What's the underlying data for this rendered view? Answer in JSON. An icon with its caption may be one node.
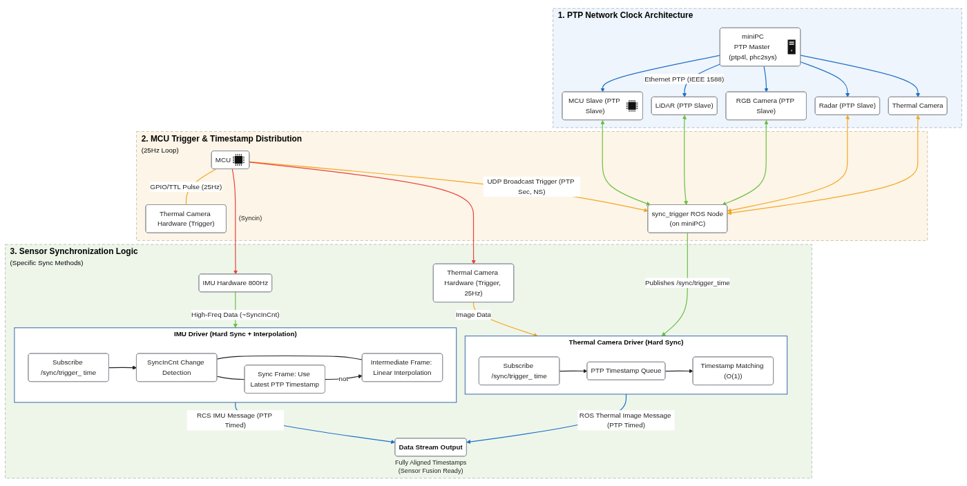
{
  "diagram": {
    "nodes": [
      {
        "text": [
          "1. PTP Network Clock Architecture"
        ]
      },
      {
        "text": [
          "miniPC",
          "PTP Master (ptp4l, phc2sys)"
        ],
        "in": 0
      },
      {
        "text": [
          "Thermal Camera"
        ],
        "in": 0
      },
      {
        "text": [
          "Radar (PTP Slave)"
        ],
        "in": 0
      },
      {
        "text": [
          "RGB Camera (PTP Slave)"
        ],
        "in": 0
      },
      {
        "text": [
          "LiDAR (PTP Slave)"
        ],
        "in": 0
      },
      {
        "text": [
          "MCU Slave (PTP Slave)"
        ],
        "in": 0
      },
      {
        "text": [
          "2. MCU Trigger & Timestamp Distribution",
          "(25Hz Loop)"
        ]
      },
      {
        "text": [
          "MCU"
        ],
        "in": 7
      },
      {
        "text": [
          "Thermal Camera Hardware (Trigger)"
        ],
        "in": 7,
        "beside": [
          "(Syncin)"
        ]
      },
      {
        "text": [
          "sync_trigger ROS Node",
          "(on miniPC)"
        ],
        "in": 7
      },
      {
        "text": [
          "3. Sensor Synchronization Logic",
          "(Specific Sync Methods)"
        ]
      },
      {
        "text": [
          "Thermal Camera Hardware (Trigger, 25Hz)"
        ],
        "in": 11
      },
      {
        "text": [
          "Thermal Camera Driver (Hard Sync)"
        ],
        "in": 11
      },
      {
        "text": [
          "Subscribe /sync/trigger_ time"
        ],
        "in": 13
      },
      {
        "text": [
          "PTP Timestamp Queue"
        ],
        "in": 13
      },
      {
        "text": [
          "Timestamp Matching (O(1))"
        ],
        "in": 13
      },
      {
        "text": [
          "IMU Hardware 800Hz"
        ],
        "in": 11
      },
      {
        "text": [
          "IMU Driver (Hard Sync + Interpolation)"
        ],
        "in": 11
      },
      {
        "text": [
          "Subscribe /sync/trigger_ time"
        ],
        "in": 18
      },
      {
        "text": [
          "SyncInCnt Change Detection"
        ],
        "in": 18
      },
      {
        "text": [
          "Sync Frame: Use Latest PTP Timestamp"
        ],
        "in": 18
      },
      {
        "text": [
          "Intermediate Frame: Linear Interpolation"
        ],
        "in": 18
      },
      {
        "text": [
          "Data Stream Output"
        ],
        "in": 11,
        "beside": [
          "Fully Aligned Timestamps (Sensor Fusion Ready)"
        ]
      }
    ],
    "edges": [
      {
        "from": 1,
        "to": 2,
        "arrow": "to"
      },
      {
        "from": 1,
        "to": 3,
        "arrow": "to"
      },
      {
        "from": 1,
        "to": 4,
        "arrow": "to"
      },
      {
        "from": 1,
        "to": 5,
        "arrow": "to",
        "label": "Ethernet PTP (IEEE 1588)"
      },
      {
        "from": 1,
        "to": 6,
        "arrow": "to"
      },
      {
        "from": 2,
        "to": 10,
        "arrow": "both",
        "color": "#f5a623"
      },
      {
        "from": 3,
        "to": 10,
        "arrow": "both",
        "color": "#f5a623"
      },
      {
        "from": 4,
        "to": 10,
        "arrow": "both",
        "color": "#6abf40"
      },
      {
        "from": 5,
        "to": 10,
        "arrow": "both",
        "color": "#6abf40"
      },
      {
        "from": 6,
        "to": 10,
        "arrow": "both",
        "color": "#6abf40"
      },
      {
        "from": 8,
        "to": 9,
        "arrow": "none",
        "label": "GPIO/TTL Pulse (25Hz)",
        "color": "#f5a623"
      },
      {
        "from": 8,
        "to": 10,
        "arrow": "to",
        "label": "UDP Broadcast Trigger (PTP Sec, NS)",
        "color": "#f5a623"
      },
      {
        "from": 8,
        "to": 12,
        "arrow": "to",
        "color": "#e8413c"
      },
      {
        "from": 8,
        "to": 17,
        "arrow": "to",
        "color": "#e8413c"
      },
      {
        "from": 10,
        "to": 13,
        "arrow": "to",
        "label": "Publishes /sync/trigger_time",
        "color": "#6abf40"
      },
      {
        "from": 12,
        "to": 13,
        "arrow": "to",
        "label": "Image Data",
        "color": "#f5a623"
      },
      {
        "from": 14,
        "to": 15,
        "arrow": "to",
        "color": "#222222"
      },
      {
        "from": 15,
        "to": 16,
        "arrow": "to",
        "color": "#222222"
      },
      {
        "from": 17,
        "to": 18,
        "arrow": "to",
        "label": "High-Freq Data (~SyncInCnt)",
        "color": "#6abf40"
      },
      {
        "from": 19,
        "to": 20,
        "arrow": "to",
        "color": "#222222"
      },
      {
        "from": 20,
        "to": 21,
        "arrow": "none",
        "color": "#222222"
      },
      {
        "from": 20,
        "to": 22,
        "arrow": "none",
        "color": "#222222"
      },
      {
        "from": 21,
        "to": 22,
        "arrow": "to",
        "label": "not",
        "color": "#222222"
      },
      {
        "from": 13,
        "to": 23,
        "arrow": "to",
        "label": "ROS Thermal Image Message (PTP Timed)"
      },
      {
        "from": 18,
        "to": 23,
        "arrow": "to",
        "label": "RCS IMU Message (PTP Timed)"
      }
    ]
  }
}
